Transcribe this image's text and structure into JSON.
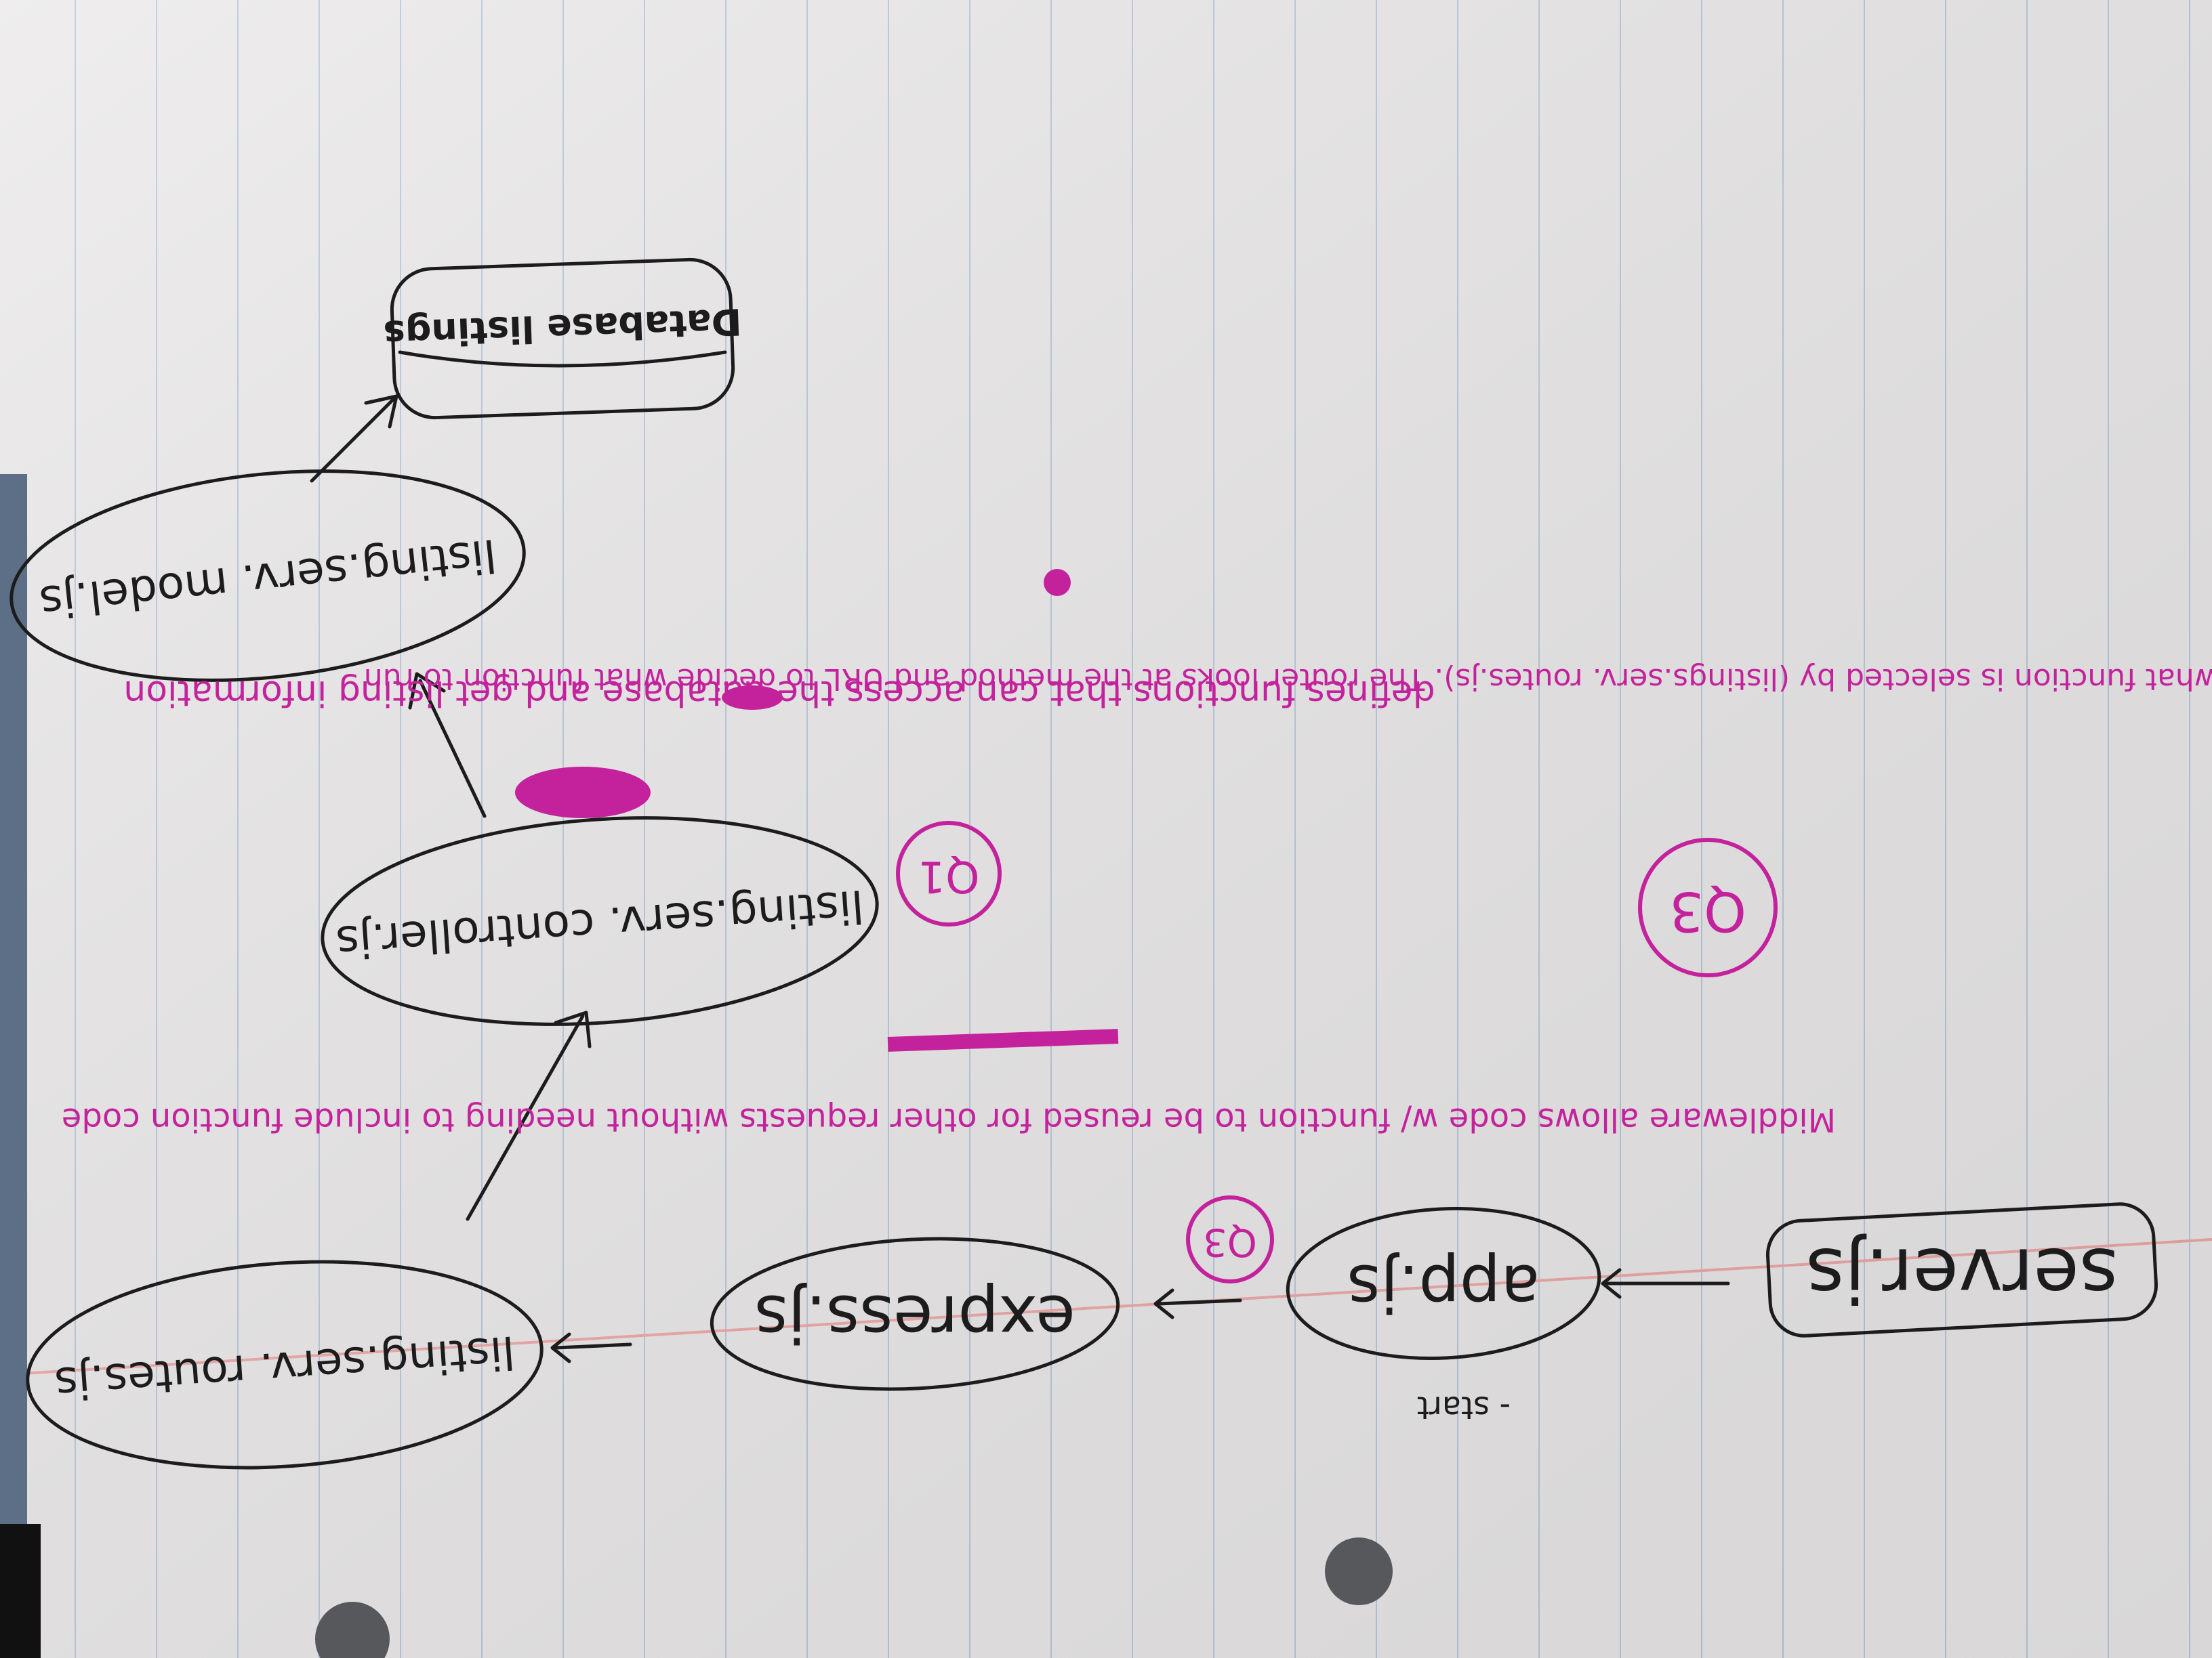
{
  "paper": {
    "background": "#eceaea",
    "rule_color": "#b9c9dd",
    "margin_color": "#f0a9a9"
  },
  "ink": {
    "black": "#1c1c1c",
    "magenta": "#c4229c"
  },
  "diagram": {
    "nodes": [
      {
        "id": "server",
        "label": "server.js"
      },
      {
        "id": "app",
        "label": "app.js"
      },
      {
        "id": "express",
        "label": "express.js"
      },
      {
        "id": "routes",
        "label": "listing.serv. routes.js"
      },
      {
        "id": "controller",
        "label": "listing.serv. controller.js"
      },
      {
        "id": "model",
        "label": "listing.serv. model.js"
      },
      {
        "id": "database",
        "label": "Database listings"
      }
    ],
    "start_label": "- start",
    "notes": {
      "q1_marker": "Q1",
      "q1_text": "defines functions that can access the database and get listing information",
      "q2_marker": "Q3",
      "q2_text": "Middleware allows code w/ function to be reused for other requests without needing to include function code",
      "q3_marker": "Q3",
      "q3_text": "Controllers handle requests by what function is selected by (listings.serv. routes.js). The router looks at the method and URL to decide what function to run"
    }
  }
}
